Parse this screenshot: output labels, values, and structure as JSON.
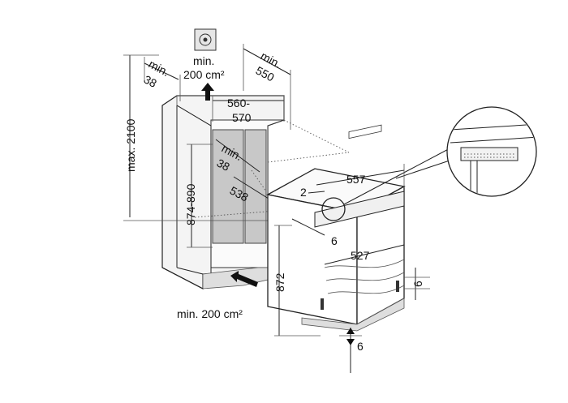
{
  "labels": {
    "vent_top_min": "min.",
    "vent_top_area": "200 cm²",
    "depth_min_label": "min.",
    "depth_min_value": "550",
    "side_gap_min_label": "min.",
    "side_gap_min_value": "38",
    "niche_width": "560-",
    "niche_width_max": "570",
    "max_height": "max. 2100",
    "niche_height": "874-890",
    "inner_gap_min_label": "min.",
    "inner_gap_min_value": "38",
    "niche_depth": "538",
    "top_offset": "2",
    "unit_depth": "557",
    "front_gap": "6",
    "unit_width": "527",
    "unit_height": "872",
    "right_gap": "6",
    "bottom_gap": "6",
    "vent_bottom": "min. 200 cm²"
  },
  "colors": {
    "line": "#222222",
    "shade": "#c8c8c8",
    "background": "#ffffff"
  }
}
